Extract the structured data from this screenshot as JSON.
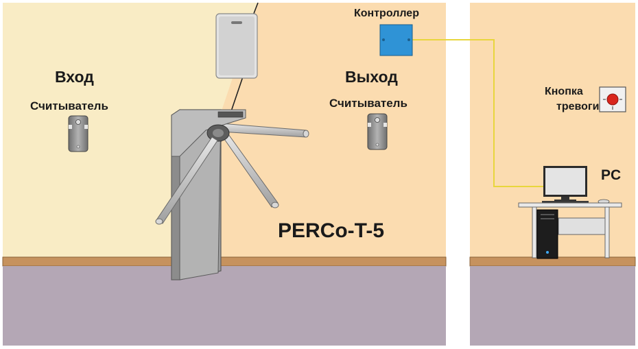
{
  "labels": {
    "entry": "Вход",
    "entry_reader": "Считыватель",
    "exit": "Выход",
    "exit_reader": "Считыватель",
    "controller": "Контроллер",
    "alarm_line1": "Кнопка",
    "alarm_line2": "тревоги",
    "pc": "PC",
    "turnstile_model": "PERCo-T-5"
  },
  "colors": {
    "entry_wall": "#f9ecc5",
    "exit_wall": "#fbdcb0",
    "floor": "#b4a7b5",
    "baseboard": "#c6925e",
    "controller_box": "#2f93d6",
    "cable": "#e8d63c",
    "metal": "#a8a8a8"
  }
}
